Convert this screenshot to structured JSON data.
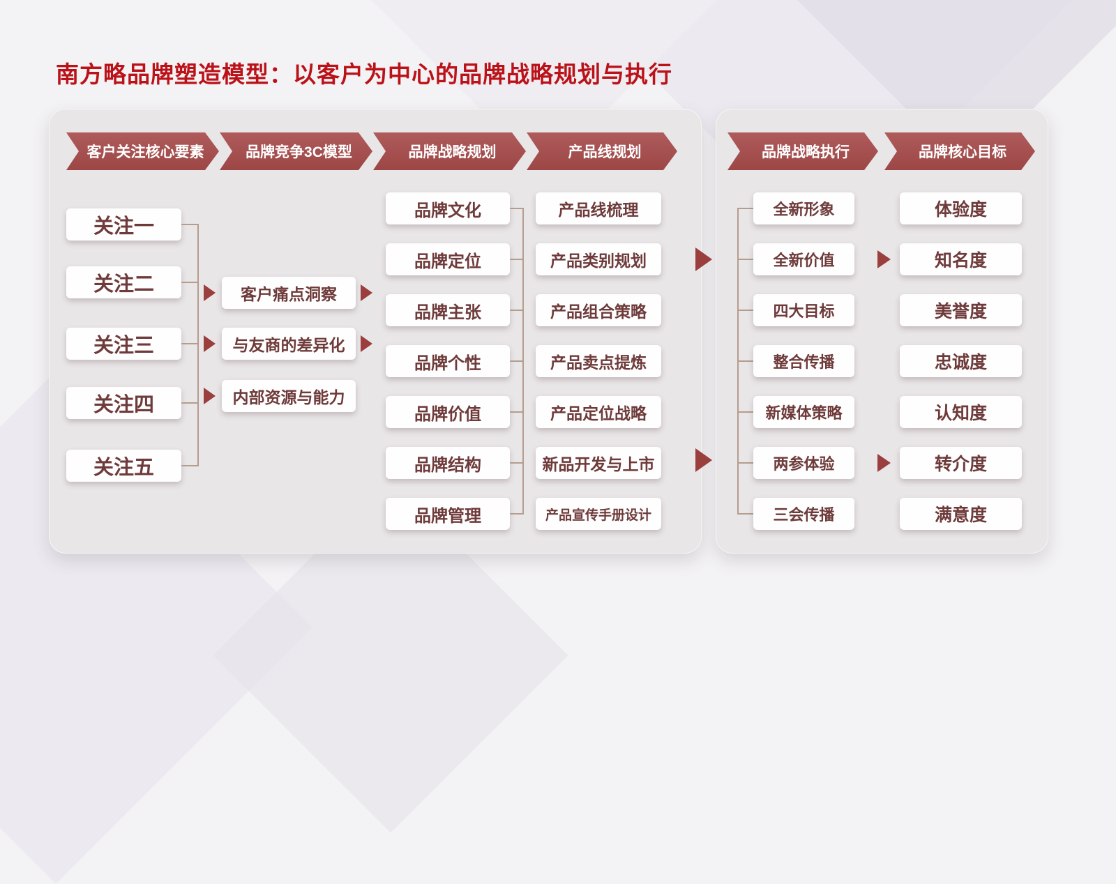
{
  "title": "南方略品牌塑造模型：以客户为中心的品牌战略规划与执行",
  "headers": [
    "客户关注核心要素",
    "品牌竞争3C模型",
    "品牌战略规划",
    "产品线规划",
    "品牌战略执行",
    "品牌核心目标"
  ],
  "columns": {
    "focus": {
      "header": "客户关注核心要素",
      "items": [
        "关注一",
        "关注二",
        "关注三",
        "关注四",
        "关注五"
      ]
    },
    "model3c": {
      "header": "品牌竞争3C模型",
      "items": [
        "客户痛点洞察",
        "与友商的差异化",
        "内部资源与能力"
      ]
    },
    "strategy": {
      "header": "品牌战略规划",
      "items": [
        "品牌文化",
        "品牌定位",
        "品牌主张",
        "品牌个性",
        "品牌价值",
        "品牌结构",
        "品牌管理"
      ]
    },
    "product": {
      "header": "产品线规划",
      "items": [
        "产品线梳理",
        "产品类别规划",
        "产品组合策略",
        "产品卖点提炼",
        "产品定位战略",
        "新品开发与上市",
        "产品宣传手册设计"
      ]
    },
    "execution": {
      "header": "品牌战略执行",
      "items": [
        "全新形象",
        "全新价值",
        "四大目标",
        "整合传播",
        "新媒体策略",
        "两参体验",
        "三会传播"
      ]
    },
    "goals": {
      "header": "品牌核心目标",
      "items": [
        "体验度",
        "知名度",
        "美誉度",
        "忠诚度",
        "认知度",
        "转介度",
        "满意度"
      ]
    }
  },
  "colors": {
    "title_red": "#bb1118",
    "banner_red": "#a65252",
    "box_text": "#6e3a3a",
    "arrow_red": "#9a3e3e",
    "connector_tan": "#b59d8d",
    "panel_gray": "#e9e6e8"
  }
}
